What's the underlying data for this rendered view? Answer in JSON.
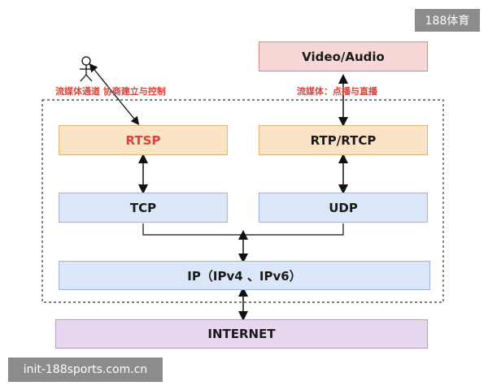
{
  "diagram": {
    "boxes": {
      "video_audio": {
        "label": "Video/Audio",
        "fill": "#f7d6d6",
        "stroke": "#d98686"
      },
      "rtsp": {
        "label": "RTSP",
        "fill": "#fbe3c5",
        "stroke": "#e0b378",
        "text_color": "#d9433c"
      },
      "rtp_rtcp": {
        "label": "RTP/RTCP",
        "fill": "#fbe3c5",
        "stroke": "#e0b378"
      },
      "tcp": {
        "label": "TCP",
        "fill": "#dbe7f8",
        "stroke": "#9cb6df"
      },
      "udp": {
        "label": "UDP",
        "fill": "#dbe7f8",
        "stroke": "#9cb6df"
      },
      "ip": {
        "label": "IP（IPv4 、IPv6）",
        "fill": "#dbe7f8",
        "stroke": "#9cb6df"
      },
      "internet": {
        "label": "INTERNET",
        "fill": "#e6d7ee",
        "stroke": "#b79ac9"
      }
    },
    "labels": {
      "left_annotation": "流媒体通道 协商建立与控制",
      "right_annotation": "流媒体：点播与直播"
    },
    "accent_color": "#d9433c"
  },
  "watermarks": {
    "top_right": "188体育",
    "bottom_left": "init-188sports.com.cn"
  }
}
